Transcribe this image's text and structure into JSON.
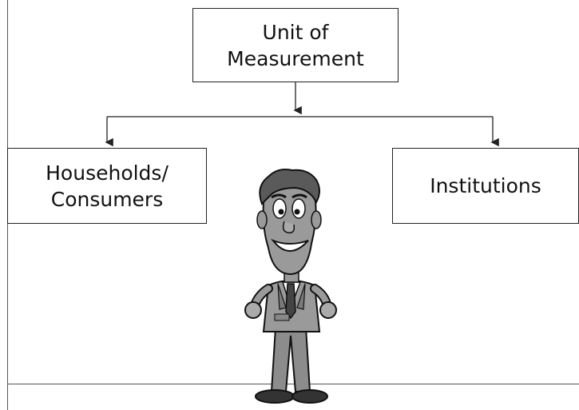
{
  "diagram": {
    "root": {
      "label": "Unit of\nMeasurement"
    },
    "children": [
      {
        "label": "Households/\nConsumers"
      },
      {
        "label": "Institutions"
      }
    ]
  },
  "icons": {
    "figure": "cartoon-businessman-icon",
    "arrow": "arrowhead-down-icon"
  },
  "colors": {
    "line": "#222222",
    "box_border": "#222222",
    "figure_skin": "#9a9a9a",
    "figure_suit": "#8c8c8c",
    "figure_hair": "#5a5a5a"
  }
}
